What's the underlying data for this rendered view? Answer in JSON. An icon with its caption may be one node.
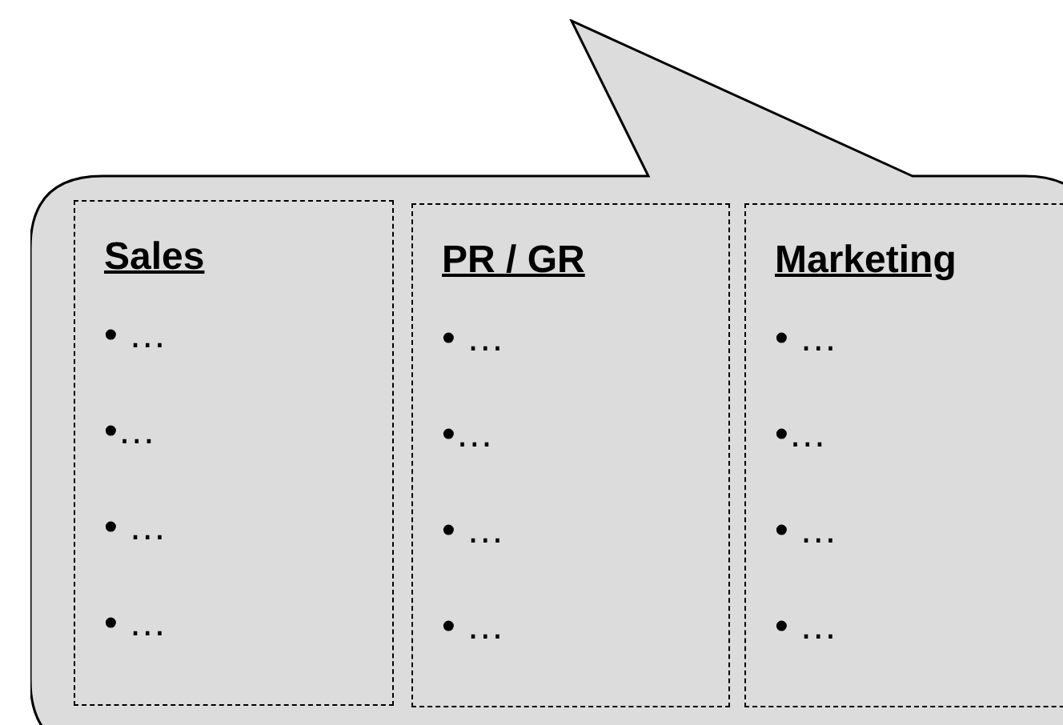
{
  "diagram": {
    "nodes": [
      {
        "text": [],
        "shape": "bubble"
      },
      {
        "text": [
          "Sales",
          "• …",
          "•…",
          "• …",
          "• …"
        ],
        "in": 0
      },
      {
        "text": [
          "PR / GR",
          "• …",
          "•…",
          "• …",
          "• …"
        ],
        "in": 0
      },
      {
        "text": [
          "Marketing",
          "• …",
          "•…",
          "• …",
          "• …"
        ],
        "in": 0
      }
    ]
  }
}
